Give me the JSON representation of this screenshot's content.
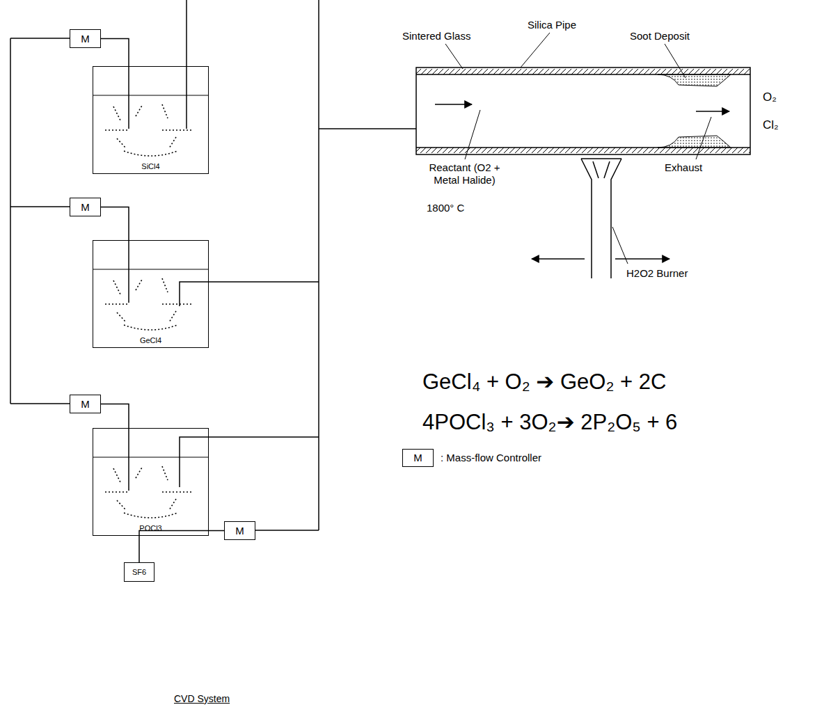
{
  "diagram": {
    "caption": "CVD System",
    "nodes": [
      {
        "text": [
          "M"
        ]
      },
      {
        "text": [
          "SiCl4"
        ]
      },
      {
        "text": [
          "M"
        ]
      },
      {
        "text": [
          "GeCl4"
        ]
      },
      {
        "text": [
          "M"
        ]
      },
      {
        "text": [
          "POCl3"
        ]
      },
      {
        "text": [
          "SF6"
        ]
      },
      {
        "text": [
          "M"
        ]
      },
      {
        "text": [
          "M"
        ]
      }
    ],
    "edges": [
      {
        "from": 0,
        "to": 1,
        "arrow": "none"
      },
      {
        "from": 2,
        "to": 3,
        "arrow": "none"
      },
      {
        "from": 4,
        "to": 5,
        "arrow": "none"
      },
      {
        "from": 6,
        "to": 7,
        "arrow": "none"
      }
    ],
    "labels": [
      "Sintered Glass",
      "Silica Pipe",
      "Soot Deposit",
      "O₂",
      "Cl₂",
      "Reactant (O2 + Metal Halide)",
      "1800° C",
      "Exhaust",
      "H2O2 Burner",
      "GeCl₄ + O₂ ➔ GeO₂ + 2C",
      "4POCl₃ + 3O₂➔ 2P₂O₅ + 6",
      ": Mass-flow Controller"
    ]
  }
}
